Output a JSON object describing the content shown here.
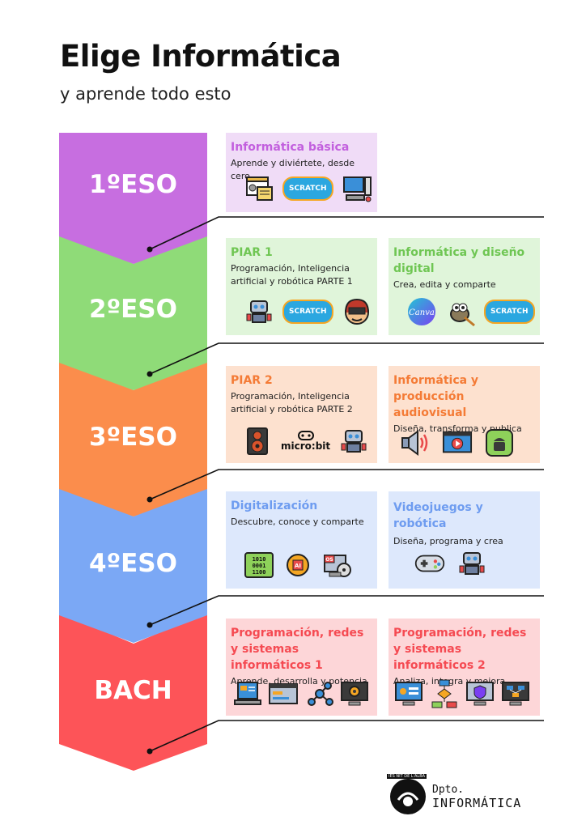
{
  "header": {
    "title": "Elige Informática",
    "subtitle": "y aprende todo esto"
  },
  "colors": {
    "eso1": "#c76ee0",
    "eso2": "#8fdb78",
    "eso3": "#fb8d4c",
    "eso4": "#7ba8f5",
    "bach": "#fd5458"
  },
  "levels": [
    {
      "label": "1ºESO"
    },
    {
      "label": "2ºESO"
    },
    {
      "label": "3ºESO"
    },
    {
      "label": "4ºESO"
    },
    {
      "label": "BACH"
    }
  ],
  "cards": {
    "eso1_basica": {
      "title": "Informática básica",
      "desc": "Aprende y diviértete, desde cero",
      "scratch": "SCRATCH"
    },
    "eso2_piar": {
      "title": "PIAR 1",
      "desc": "Programación, Inteligencia artificial y robótica PARTE 1",
      "scratch": "SCRATCH"
    },
    "eso2_diseno": {
      "title": "Informática y diseño digital",
      "desc": "Crea, edita y comparte",
      "canva": "Canva",
      "scratch": "SCRATCH"
    },
    "eso3_piar": {
      "title": "PIAR 2",
      "desc": "Programación, Inteligencia artificial y robótica PARTE 2",
      "microbit": "micro:bit"
    },
    "eso3_audiovisual": {
      "title": "Informática y producción audiovisual",
      "desc": "Diseña, transforma y publica"
    },
    "eso4_digitalizacion": {
      "title": "Digitalización",
      "desc": "Descubre, conoce y comparte",
      "binary": "1010 0001 1100",
      "ai": "AI",
      "os": "OS"
    },
    "eso4_videojuegos": {
      "title": "Videojuegos y robótica",
      "desc": "Diseña, programa y crea"
    },
    "bach_1": {
      "title": "Programación, redes y sistemas informáticos 1",
      "desc": "Aprende, desarrolla y potencia"
    },
    "bach_2": {
      "title": "Programación, redes y sistemas informáticos 2",
      "desc": "Analiza, integra y mejora"
    }
  },
  "logo": {
    "badge": "IES NIT DE L'ALBA",
    "line1": "Dpto.",
    "line2": "INFORMÁTICA"
  }
}
